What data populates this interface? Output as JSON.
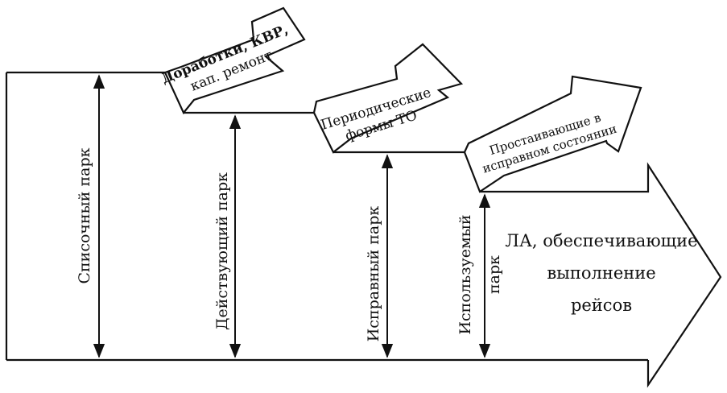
{
  "diagram": {
    "park_labels": {
      "spisochny": "Списочный парк",
      "deystvuyushchy": "Действующий парк",
      "ispravny": "Исправный парк",
      "ispolzuemy_line1": "Используемый",
      "ispolzuemy_line2": "парк"
    },
    "arrows": {
      "modifications": [
        "Доработки, КВР,",
        "кап. ремонт"
      ],
      "periodic": [
        "Периодические",
        "формы ТО"
      ],
      "idle": [
        "Простаивающие в",
        "исправном состоянии"
      ],
      "main": [
        "ЛА, обеспечивающие",
        "выполнение",
        "рейсов"
      ]
    },
    "colors": {
      "ink": "#111111",
      "background": "#ffffff"
    }
  }
}
